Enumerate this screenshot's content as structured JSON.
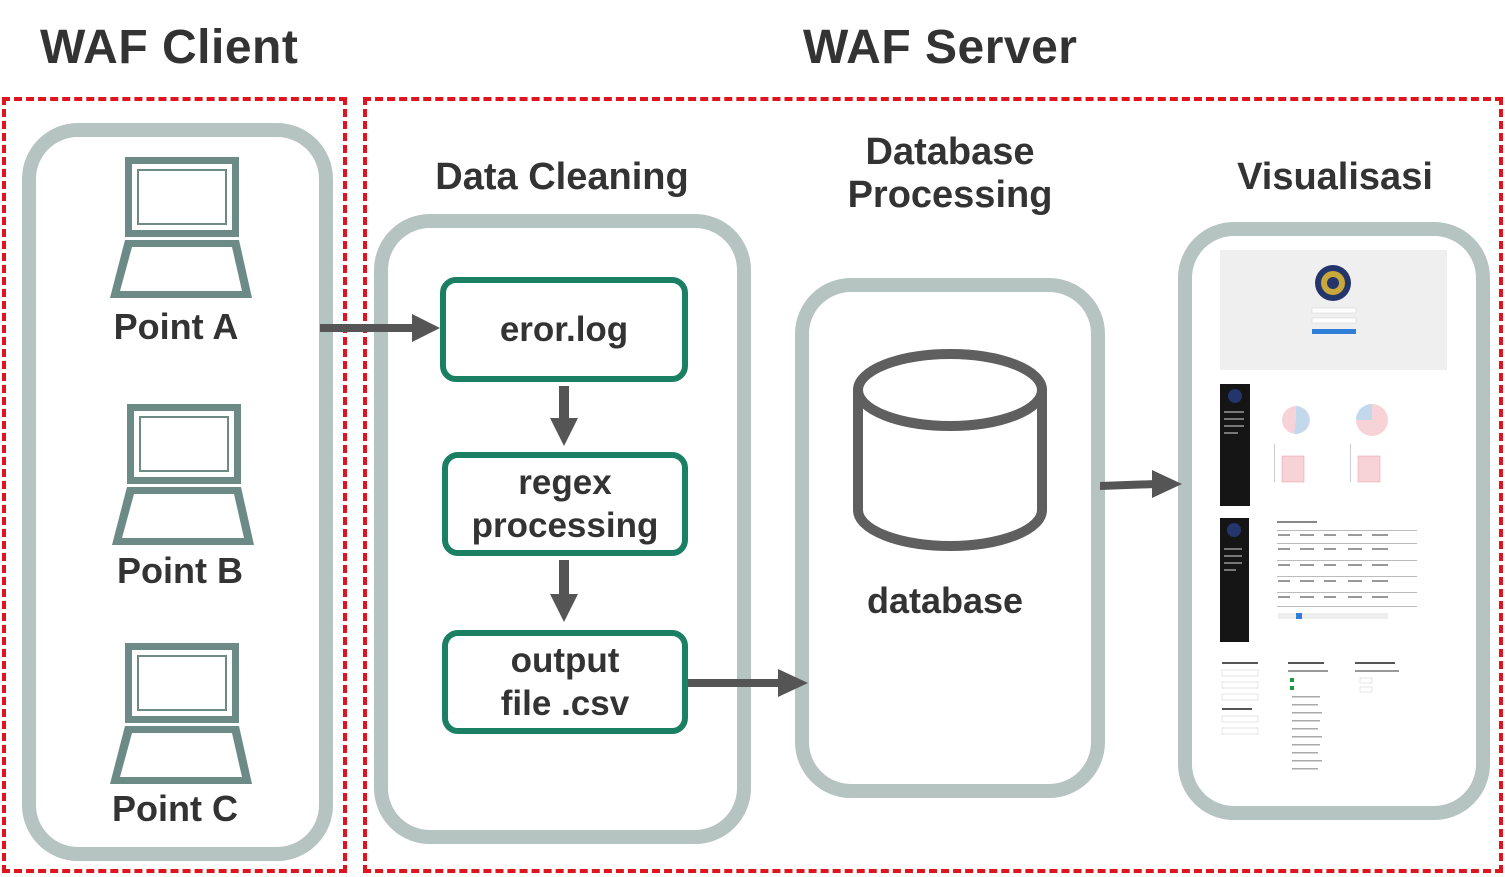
{
  "headers": {
    "client": "WAF Client",
    "server": "WAF Server"
  },
  "client": {
    "points": [
      {
        "label": "Point A",
        "icon": "laptop-icon"
      },
      {
        "label": "Point B",
        "icon": "laptop-icon"
      },
      {
        "label": "Point C",
        "icon": "laptop-icon"
      }
    ]
  },
  "stages": {
    "cleaning": {
      "title": "Data Cleaning",
      "steps": [
        "eror.log",
        "regex processing",
        "output file .csv"
      ],
      "steps_lines": [
        [
          "eror.log"
        ],
        [
          "regex",
          "processing"
        ],
        [
          "output",
          "file .csv"
        ]
      ]
    },
    "database": {
      "title_line1": "Database",
      "title_line2": "Processing",
      "label": "database",
      "icon": "database-cylinder-icon"
    },
    "visual": {
      "title": "Visualisasi",
      "screens": [
        "login-screen-thumbnail",
        "dashboard-charts-thumbnail",
        "log-table-thumbnail",
        "settings-thumbnail"
      ]
    }
  },
  "colors": {
    "dashed_border": "#e0141e",
    "panel_border": "#b5c3c1",
    "step_border": "#1b7f64",
    "arrow": "#555555",
    "laptop": "#6c8a86"
  }
}
